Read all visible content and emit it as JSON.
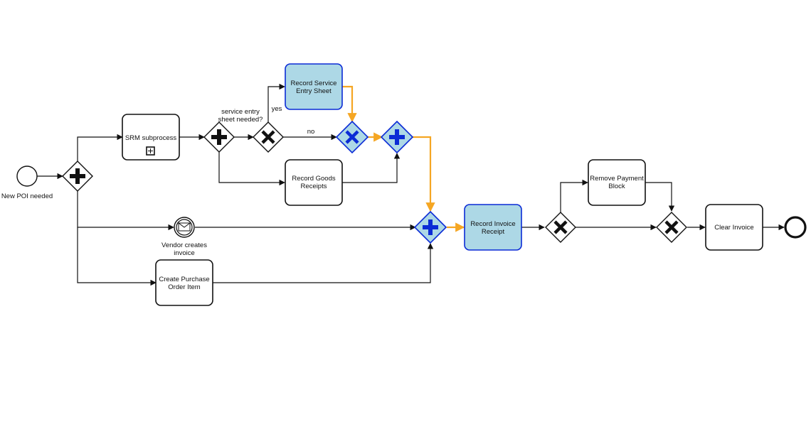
{
  "start_event": {
    "label": "New POI needed"
  },
  "end_event": {
    "label": ""
  },
  "message_event": {
    "label_line1": "Vendor creates",
    "label_line2": "invoice",
    "icon": "envelope-icon"
  },
  "tasks": {
    "srm_subprocess": {
      "line1": "SRM subprocess",
      "line2": "",
      "marker": "⊞"
    },
    "record_service_entry_sheet": {
      "line1": "Record Service",
      "line2": "Entry Sheet"
    },
    "record_goods_receipts": {
      "line1": "Record Goods",
      "line2": "Receipts"
    },
    "create_purchase_order_item": {
      "line1": "Create Purchase",
      "line2": "Order Item"
    },
    "record_invoice_receipt": {
      "line1": "Record Invoice",
      "line2": "Receipt"
    },
    "remove_payment_block": {
      "line1": "Remove Payment",
      "line2": "Block"
    },
    "clear_invoice": {
      "line1": "Clear Invoice",
      "line2": ""
    }
  },
  "gateway_labels": {
    "service_question_line1": "service entry",
    "service_question_line2": "sheet needed?"
  },
  "flow_labels": {
    "yes": "yes",
    "no": "no"
  },
  "colors": {
    "highlight_fill": "#add8e6",
    "highlight_stroke": "#0b2bd6",
    "highlight_path": "#f5a623"
  }
}
